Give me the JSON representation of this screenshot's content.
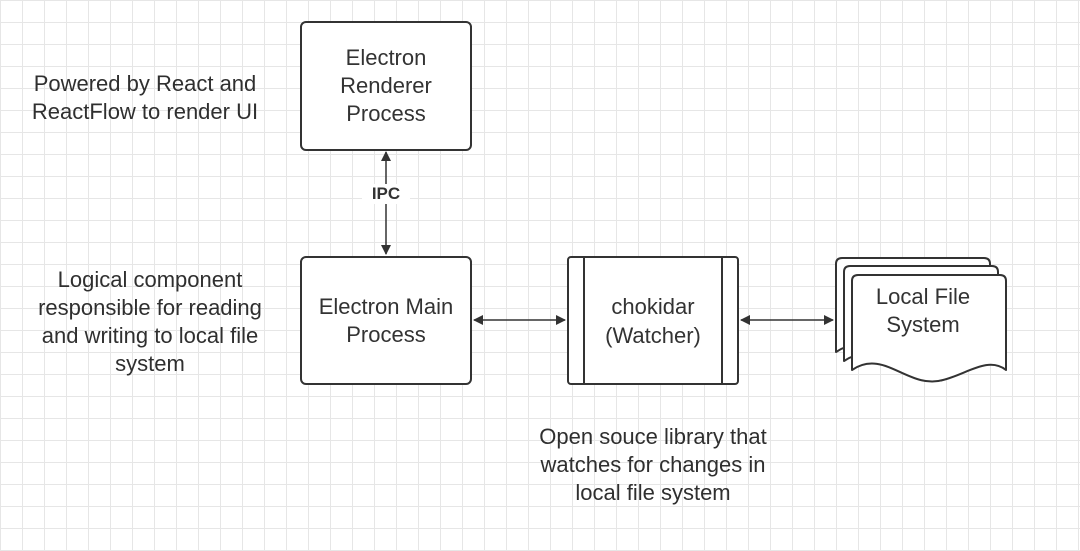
{
  "nodes": {
    "renderer": {
      "label": "Electron\nRenderer\nProcess"
    },
    "main": {
      "label": "Electron Main\nProcess"
    },
    "watcher": {
      "label": "chokidar\n(Watcher)"
    },
    "filesystem": {
      "label": "Local File\nSystem"
    }
  },
  "edges": {
    "ipc": {
      "label": "IPC"
    }
  },
  "notes": {
    "renderer": "Powered by React and\nReactFlow to render UI",
    "main": "Logical component\nresponsible for reading\nand writing to local file\nsystem",
    "watcher": "Open souce library that\nwatches for changes in\nlocal file system"
  },
  "colors": {
    "stroke": "#333333",
    "grid": "#e6e6e6",
    "background": "#ffffff"
  }
}
